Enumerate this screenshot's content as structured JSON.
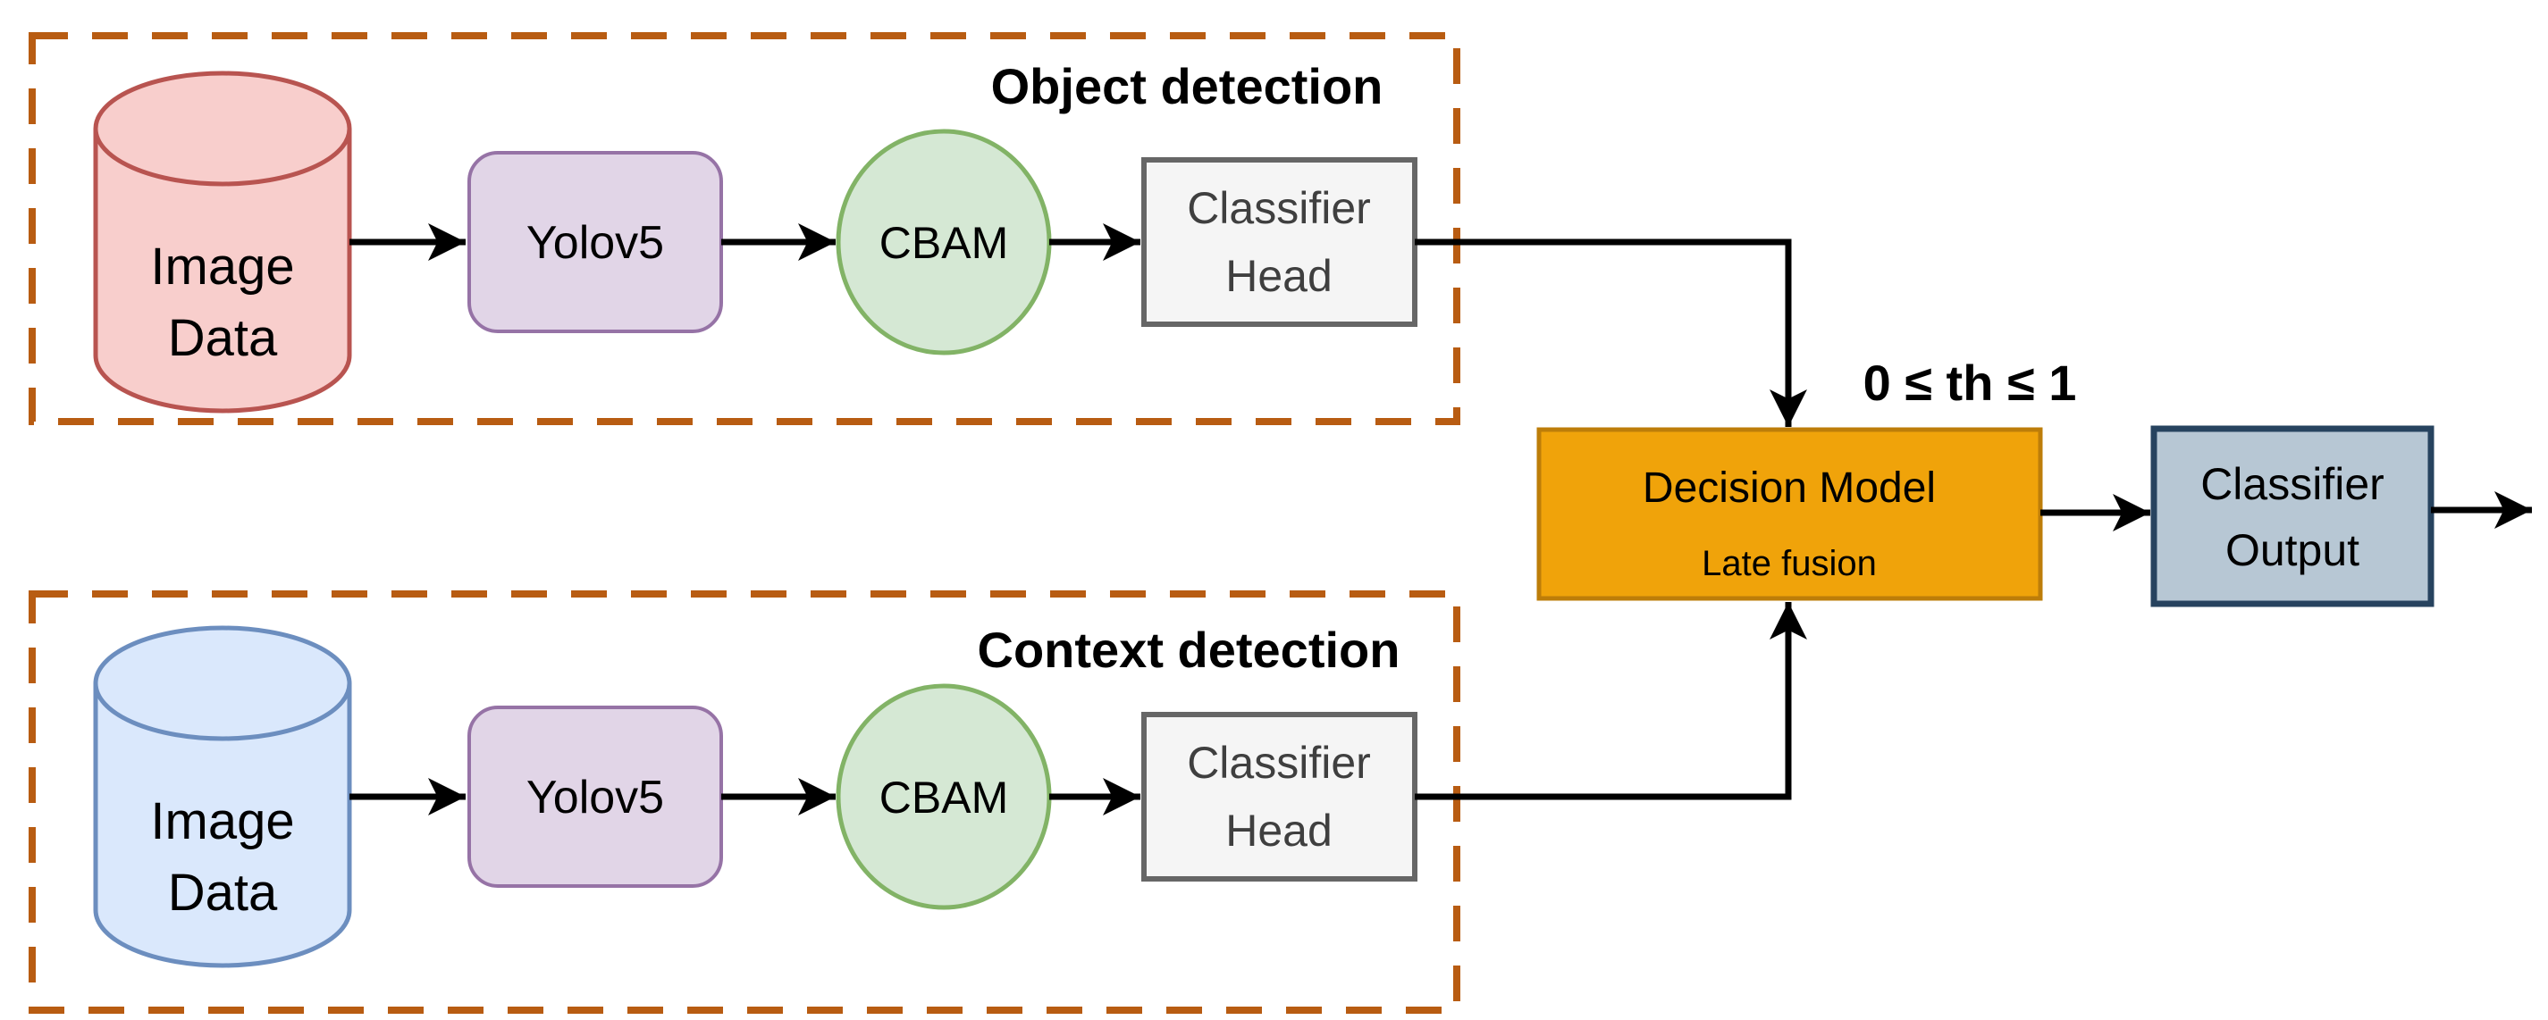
{
  "object_detection": {
    "title": "Object detection",
    "image_data_line1": "Image",
    "image_data_line2": "Data",
    "yolov5_label": "Yolov5",
    "cbam_label": "CBAM",
    "classifier_head_line1": "Classifier",
    "classifier_head_line2": "Head"
  },
  "context_detection": {
    "title": "Context detection",
    "image_data_line1": "Image",
    "image_data_line2": "Data",
    "yolov5_label": "Yolov5",
    "cbam_label": "CBAM",
    "classifier_head_line1": "Classifier",
    "classifier_head_line2": "Head"
  },
  "fusion": {
    "threshold_label": "0 ≤ th ≤ 1",
    "decision_model_line1": "Decision Model",
    "decision_model_line2": "Late fusion",
    "classifier_output_line1": "Classifier",
    "classifier_output_line2": "Output"
  },
  "colors": {
    "background": "#FFFFFF",
    "dashed_border": "#B85C12",
    "cylinder_red_fill": "#F8CECC",
    "cylinder_red_stroke": "#B85450",
    "cylinder_blue_fill": "#DAE8FC",
    "cylinder_blue_stroke": "#6C8EBF",
    "yolov5_fill": "#E1D5E7",
    "yolov5_stroke": "#9673A6",
    "cbam_fill": "#D5E8D4",
    "cbam_stroke": "#82B366",
    "head_fill": "#F5F5F5",
    "head_stroke": "#666666",
    "head_text": "#3F3F3F",
    "decision_fill": "#F0A30A",
    "decision_stroke": "#BD7D09",
    "output_fill": "#B7C7D4",
    "output_stroke": "#27435F",
    "arrow": "#000000",
    "title_text": "#000000"
  }
}
